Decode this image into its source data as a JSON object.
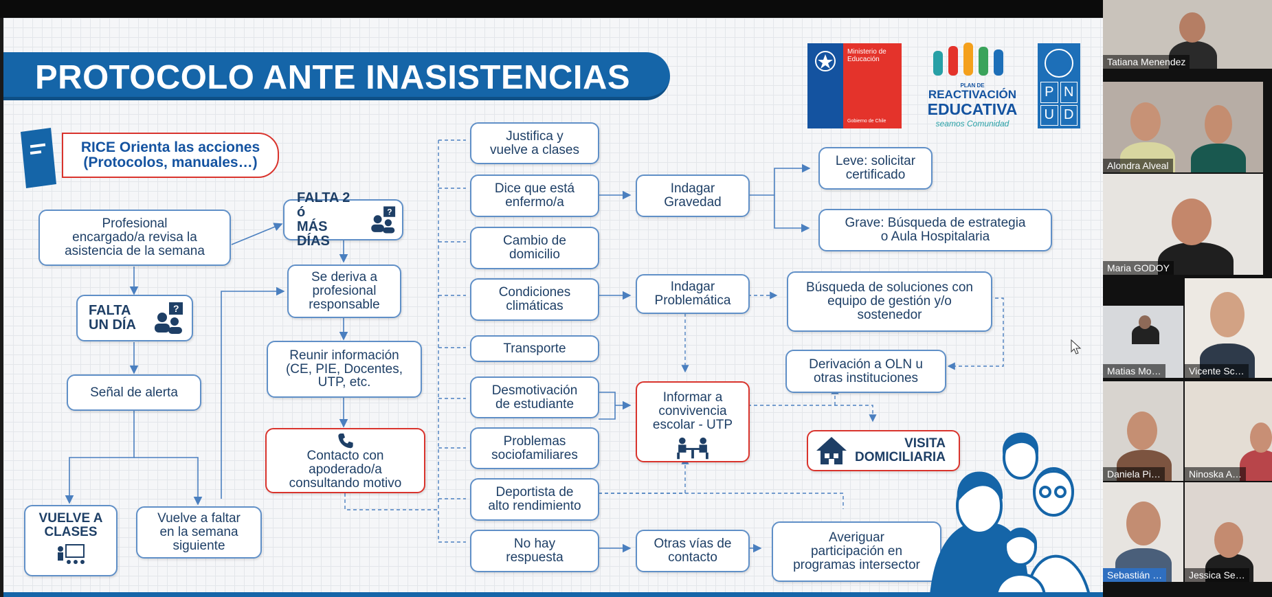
{
  "slide": {
    "title": "PROTOCOLO ANTE INASISTENCIAS",
    "rice_label": "RICE Orienta las acciones\n(Protocolos, manuales…)",
    "logos": {
      "ministerio": "Ministerio de\nEducación",
      "gobierno": "Gobierno de Chile",
      "plan_small": "PLAN DE",
      "plan_reactivacion": "REACTIVACIÓN",
      "plan_educativa": "EDUCATIVA",
      "plan_slogan": "seamos Comunidad",
      "undp_letters": [
        "P",
        "N",
        "U",
        "D"
      ]
    },
    "nodes": {
      "profesional": "Profesional\nencargado/a revisa la\nasistencia de la semana",
      "falta_un_dia": "FALTA\nUN DÍA",
      "senal": "Señal de alerta",
      "vuelve_clases": "VUELVE A\nCLASES",
      "vuelve_faltar": "Vuelve a faltar\nen la semana\nsiguiente",
      "falta_2": "FALTA 2 ó\nMÁS DÍAS",
      "deriva": "Se deriva a\nprofesional\nresponsable",
      "reunir": "Reunir información\n(CE, PIE, Docentes,\nUTP, etc.",
      "contacto": "Contacto con\napoderado/a\nconsultando motivo",
      "justifica": "Justifica y\nvuelve a clases",
      "enfermo": "Dice que está\nenfermo/a",
      "domicilio": "Cambio de\ndomicilio",
      "climaticas": "Condiciones\nclimáticas",
      "transporte": "Transporte",
      "desmotivacion": "Desmotivación\nde estudiante",
      "sociofamiliares": "Problemas\nsociofamiliares",
      "deportista": "Deportista de\nalto rendimiento",
      "no_respuesta": "No hay\nrespuesta",
      "gravedad": "Indagar\nGravedad",
      "problematica": "Indagar\nProblemática",
      "informar": "Informar a\nconvivencia\nescolar - UTP",
      "otras_vias": "Otras vías de\ncontacto",
      "leve": "Leve: solicitar\ncertificado",
      "grave": "Grave: Búsqueda de estrategia\no Aula Hospitalaria",
      "soluciones": "Búsqueda de soluciones con\nequipo de gestión y/o\nsostenedor",
      "derivacion": "Derivación a OLN u\notras instituciones",
      "visita": "VISITA\nDOMICILIARIA",
      "averiguar": "Averiguar\nparticipación en\nprogramas intersector"
    },
    "colors": {
      "brand_blue": "#1565a8",
      "accent_red": "#d9332c",
      "text_blue": "#1e3f66"
    }
  },
  "participants": [
    {
      "name": "Tatiana Menendez"
    },
    {
      "name": "Alondra Alveal"
    },
    {
      "name": "Maria GODOY"
    },
    {
      "name": "Matias Mo…"
    },
    {
      "name": "Vicente Sc…"
    },
    {
      "name": "Daniela Pi…"
    },
    {
      "name": "Ninoska A…"
    },
    {
      "name": "Sebastián …"
    },
    {
      "name": "Jessica Se…"
    }
  ]
}
